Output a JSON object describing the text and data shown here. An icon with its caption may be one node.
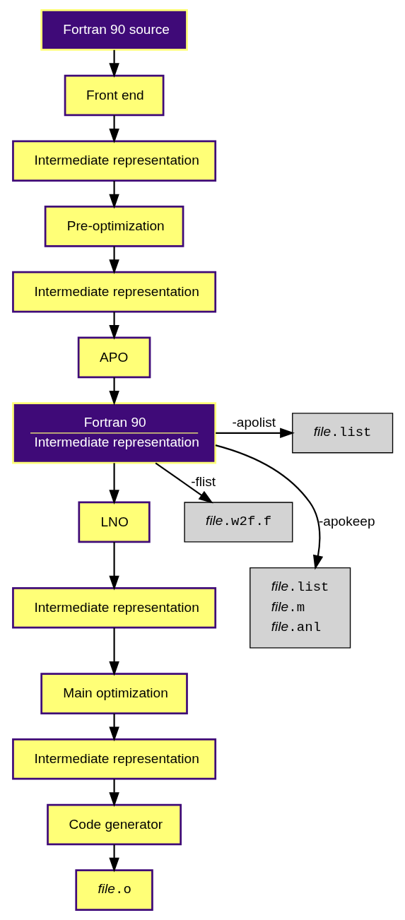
{
  "diagram": {
    "nodes": [
      {
        "text": [
          "Fortran 90 source"
        ]
      },
      {
        "text": [
          "Front end"
        ]
      },
      {
        "text": [
          "Intermediate representation"
        ]
      },
      {
        "text": [
          "Pre-optimization"
        ]
      },
      {
        "text": [
          "Intermediate representation"
        ]
      },
      {
        "text": [
          "APO"
        ]
      },
      {
        "text": [
          "Fortran 90",
          "Intermediate representation"
        ]
      },
      {
        "text": [
          "LNO"
        ]
      },
      {
        "text": [
          "Intermediate representation"
        ]
      },
      {
        "text": [
          "Main optimization"
        ]
      },
      {
        "text": [
          "Intermediate representation"
        ]
      },
      {
        "text": [
          "Code generator"
        ]
      },
      {
        "text": [
          "*file*.o"
        ]
      },
      {
        "text": [
          "*file*.list"
        ]
      },
      {
        "text": [
          "*file*.w2f.f"
        ]
      },
      {
        "text": [
          "*file*.list",
          "*file*.m",
          "*file*.anl"
        ]
      }
    ],
    "edges": [
      {
        "from": 0,
        "to": 1,
        "arrow": "to"
      },
      {
        "from": 1,
        "to": 2,
        "arrow": "to"
      },
      {
        "from": 2,
        "to": 3,
        "arrow": "to"
      },
      {
        "from": 3,
        "to": 4,
        "arrow": "to"
      },
      {
        "from": 4,
        "to": 5,
        "arrow": "to"
      },
      {
        "from": 5,
        "to": 6,
        "arrow": "to"
      },
      {
        "from": 6,
        "to": 7,
        "arrow": "to"
      },
      {
        "from": 7,
        "to": 8,
        "arrow": "to"
      },
      {
        "from": 8,
        "to": 9,
        "arrow": "to"
      },
      {
        "from": 9,
        "to": 10,
        "arrow": "to"
      },
      {
        "from": 10,
        "to": 11,
        "arrow": "to"
      },
      {
        "from": 11,
        "to": 12,
        "arrow": "to"
      },
      {
        "from": 6,
        "to": 13,
        "arrow": "to",
        "label": "-apolist"
      },
      {
        "from": 6,
        "to": 14,
        "arrow": "to",
        "label": "-flist"
      },
      {
        "from": 6,
        "to": 15,
        "arrow": "to",
        "label": "-apokeep"
      }
    ]
  }
}
